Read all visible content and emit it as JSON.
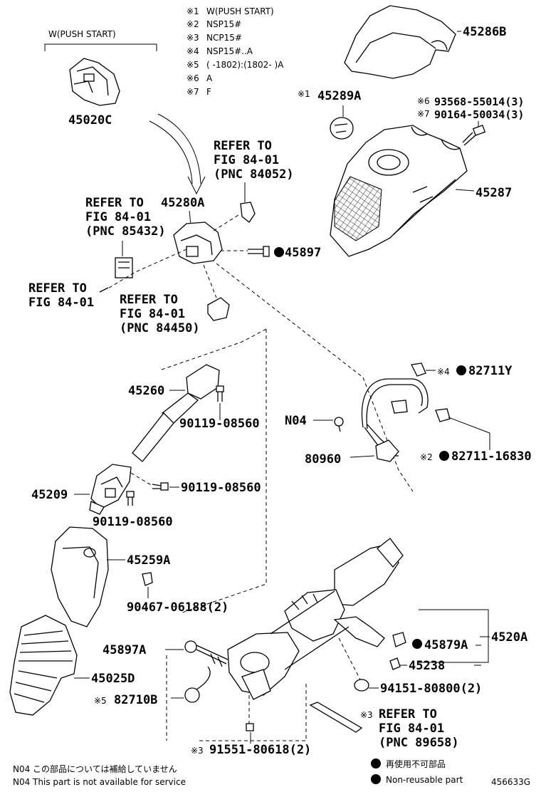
{
  "figure_id": "456633G",
  "notes": [
    {
      "mark": "※1",
      "text": "W(PUSH START)"
    },
    {
      "mark": "※2",
      "text": "NSP15#"
    },
    {
      "mark": "※3",
      "text": "NCP15#"
    },
    {
      "mark": "※4",
      "text": "NSP15#..A"
    },
    {
      "mark": "※5",
      "text": "(      -1802):(1802-       )A"
    },
    {
      "mark": "※6",
      "text": "A"
    },
    {
      "mark": "※7",
      "text": "F"
    }
  ],
  "group_label": "W(PUSH START)",
  "parts": {
    "p45020C": "45020C",
    "p45286B": "45286B",
    "p45289A": "45289A",
    "p93568": "93568-55014(3)",
    "p90164": "90164-50034(3)",
    "p45287": "45287",
    "p45280A": "45280A",
    "p45897": "45897",
    "p45260": "45260",
    "p90119a": "90119-08560",
    "p90119b": "90119-08560",
    "p90119c": "90119-08560",
    "p45209": "45209",
    "p45259A": "45259A",
    "p90467": "90467-06188(2)",
    "p45897A": "45897A",
    "p45025D": "45025D",
    "p82710B": "82710B",
    "p91551": "91551-80618(2)",
    "p82711Y": "82711Y",
    "pN04": "N04",
    "p80960": "80960",
    "p82711": "82711-16830",
    "p4520A": "4520A",
    "p45879A": "45879A",
    "p45238": "45238",
    "p94151": "94151-80800(2)"
  },
  "marks": {
    "m45289A": "※1",
    "m93568": "※6",
    "m90164": "※7",
    "m82711Y": "※4",
    "m82711": "※2",
    "m82710B": "※5",
    "m91551": "※3",
    "mRefer3": "※3"
  },
  "refs": {
    "ref84052": [
      "REFER TO",
      "FIG 84-01",
      "(PNC 84052)"
    ],
    "ref85432": [
      "REFER TO",
      "FIG 84-01",
      "(PNC 85432)"
    ],
    "ref8401": [
      "REFER TO",
      "FIG 84-01"
    ],
    "ref84450": [
      "REFER TO",
      "FIG 84-01",
      "(PNC 84450)"
    ],
    "ref89658": [
      "REFER TO",
      "FIG 84-01",
      "(PNC 89658)"
    ]
  },
  "footnotes": {
    "n04_jp": "N04  この部品については補給していません",
    "n04_en": "N04  This part is not available for service",
    "legend_jp": "再使用不可部品",
    "legend_en": "Non-reusable part"
  }
}
